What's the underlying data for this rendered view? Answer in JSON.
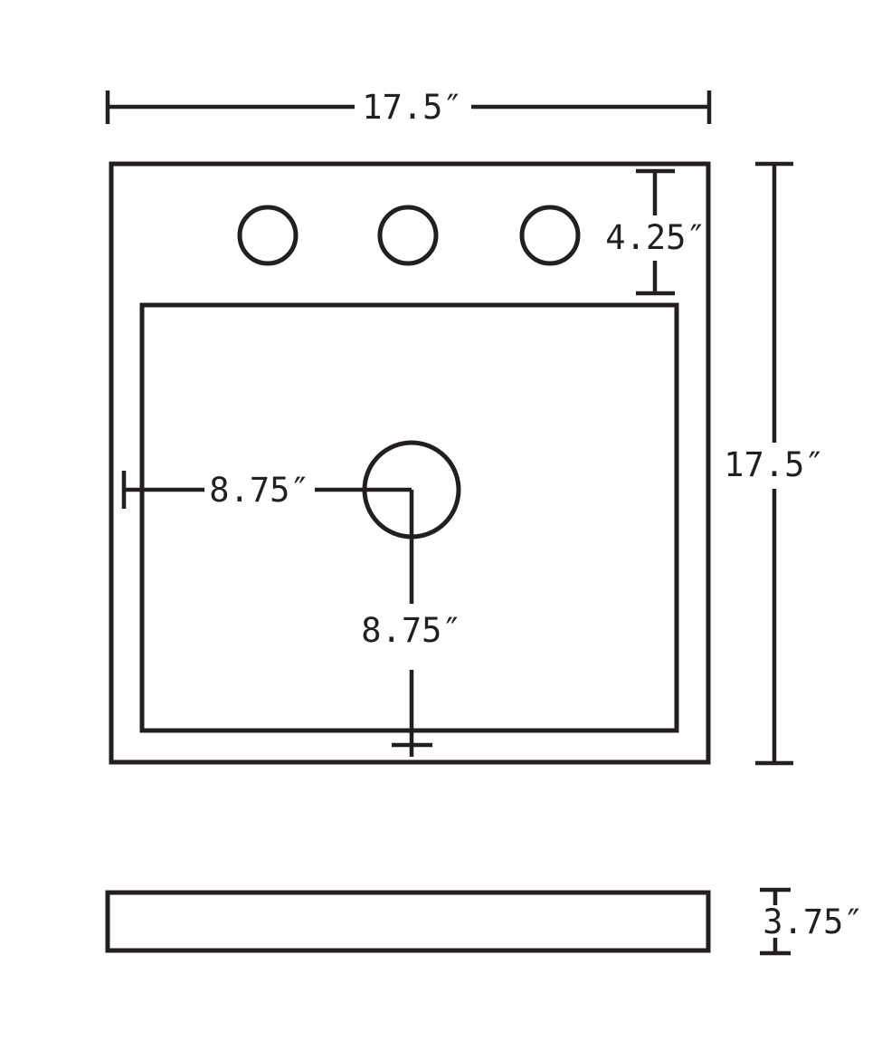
{
  "diagram": {
    "type": "technical-dimension-drawing",
    "subject": "square vessel sink, top view and side profile",
    "labels": {
      "overall_width": "17.5″",
      "overall_height": "17.5″",
      "faucet_hole_offset": "4.25″",
      "drain_offset_horizontal": "8.75″",
      "drain_offset_vertical": "8.75″",
      "side_profile_height": "3.75″"
    },
    "colors": {
      "line": "#231f20",
      "background": "#ffffff"
    }
  }
}
